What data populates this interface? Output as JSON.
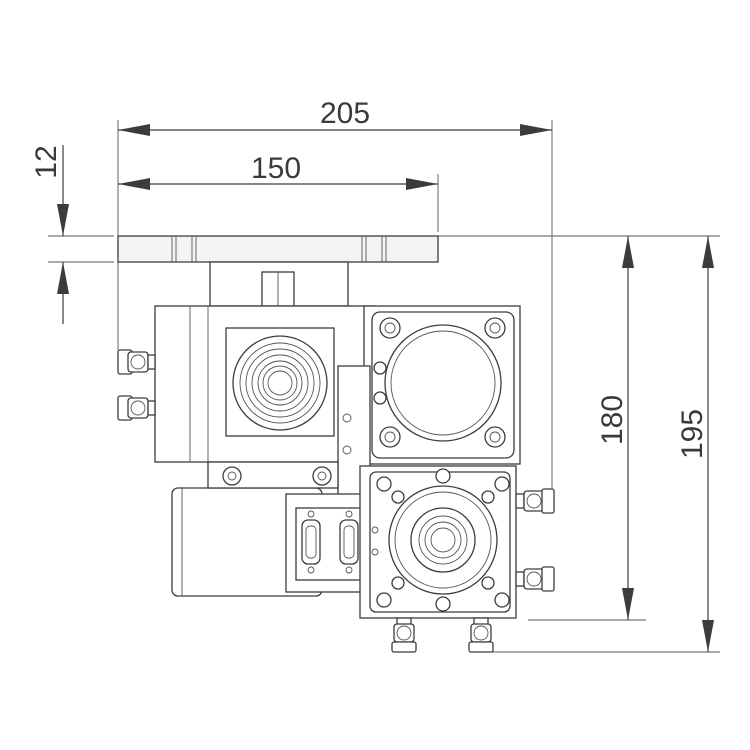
{
  "drawing": {
    "dimensions": {
      "overall_width": "205",
      "plate_width": "150",
      "plate_thickness": "12",
      "height_to_base": "180",
      "overall_height": "195"
    }
  }
}
